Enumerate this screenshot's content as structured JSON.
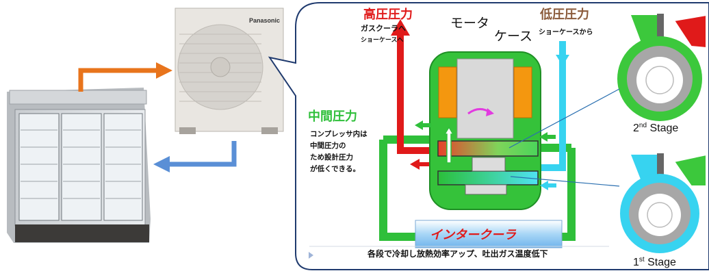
{
  "equipment": {
    "outdoor_unit_brand": "Panasonic"
  },
  "compressor": {
    "high_pressure_title": "高圧圧力",
    "high_pressure_desc_1": "ガスクーラへ",
    "high_pressure_desc_2": "ショーケースへ",
    "motor_label": "モータ",
    "case_label": "ケース",
    "low_pressure_title": "低圧圧力",
    "low_pressure_desc": "ショーケースから",
    "mid_pressure_title": "中間圧力",
    "mid_pressure_note": [
      "コンプレッサ内は",
      "中間圧力の",
      "ため設計圧力",
      "が低くできる。"
    ],
    "intercooler_label": "インタークーラ",
    "bottom_caption": "各段で冷却し放熱効率アップ、吐出ガス温度低下"
  },
  "stages": {
    "second_num": "2",
    "second_sup": "nd",
    "second_word": " Stage",
    "first_num": "1",
    "first_sup": "st",
    "first_word": " Stage"
  },
  "colors": {
    "high_pressure": "#e01a1a",
    "low_pressure": "#37d3f0",
    "mid_pressure": "#3cc83c",
    "orange_arrow": "#e8741c",
    "blue_arrow": "#5a8fd6",
    "callout_border": "#1f3a6e"
  }
}
